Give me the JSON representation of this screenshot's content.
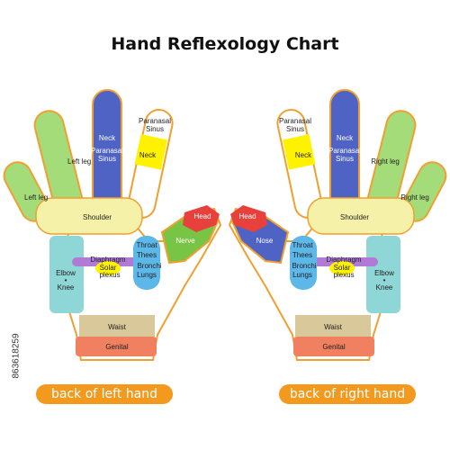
{
  "title": "Hand Reflexology Chart",
  "stock_id": "863618259",
  "captions": {
    "left": "back of left hand",
    "right": "back of right hand"
  },
  "colors": {
    "outline": "#f0a030",
    "middle_finger": "#4f63c4",
    "index_finger": "#a5dc7a",
    "ring_finger": "#a5dc7a",
    "little_finger": "#a5dc7a",
    "shoulder": "#f6f1a8",
    "elbow_knee": "#8fd6d6",
    "sinus": "#fff200",
    "head": "#e8413b",
    "nerve": "#78c444",
    "throat": "#5cb8e8",
    "diaphragm": "#b07ad6",
    "solar": "#fff200",
    "waist": "#d8c89a",
    "genital": "#f08060",
    "caption_bg": "#f39a1e"
  },
  "left_hand": {
    "left_leg_upper": "Left leg",
    "left_leg_lower": "Left leg",
    "neck": "Neck",
    "paranasal_middle": [
      "Paranasal",
      "Sinus"
    ],
    "paranasal_index": [
      "Paranasal",
      "Sinus"
    ],
    "neck_index": "Neck",
    "shoulder": "Shoulder",
    "head": "Head",
    "nerve": "Nerve",
    "throat": [
      "Throat",
      "Thees"
    ],
    "bronchi": [
      "Bronchi",
      "Lungs"
    ],
    "diaphragm": "Diaphragm",
    "solar": [
      "Solar",
      "plexus"
    ],
    "elbow": "Elbow",
    "knee": "Knee",
    "waist": "Waist",
    "genital": "Genital"
  },
  "right_hand": {
    "right_leg_upper": "Right leg",
    "right_leg_lower": "Right leg",
    "neck": "Neck",
    "paranasal_middle": [
      "Paranasal",
      "Sinus"
    ],
    "paranasal_index": [
      "Paranasal",
      "Sinus"
    ],
    "neck_index": "Neck",
    "shoulder": "Shoulder",
    "head": "Head",
    "nose": "Nose",
    "throat": [
      "Throat",
      "Thees"
    ],
    "bronchi": [
      "Bronchi",
      "Lungs"
    ],
    "diaphragm": "Diaphragm",
    "solar": [
      "Solar",
      "plexus"
    ],
    "elbow": "Elbow",
    "knee": "Knee",
    "waist": "Waist",
    "genital": "Genital"
  }
}
